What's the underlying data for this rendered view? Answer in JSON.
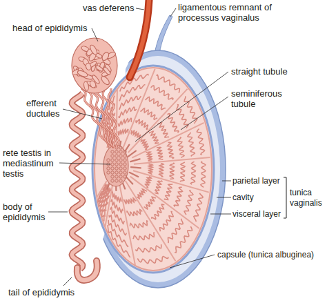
{
  "diagram": {
    "labels": [
      "vas deferens",
      "ligamentous remnant of processus vaginalus",
      "head of epididymis",
      "straight tubule",
      "efferent ductules",
      "seminiferous tubule",
      "rete testis in mediastinum testis",
      "parietal layer",
      "tunica vaginalis",
      "cavity",
      "body of epididymis",
      "visceral layer",
      "capsule (tunica albuginea)",
      "tail of epididymis"
    ]
  }
}
